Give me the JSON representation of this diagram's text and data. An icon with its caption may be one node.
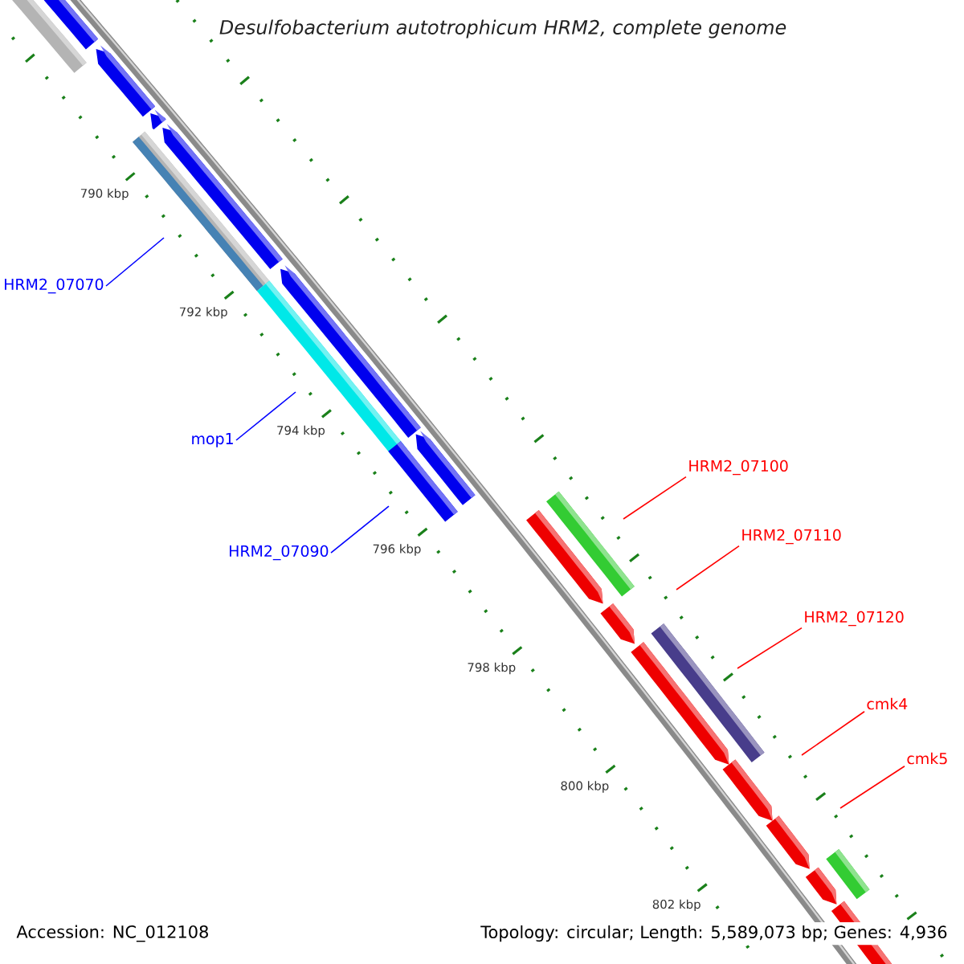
{
  "diagram": {
    "title": "Desulfobacterium autotrophicum HRM2, complete genome",
    "nodes": [
      {
        "text": [
          "HRM2_07070"
        ]
      },
      {
        "text": [
          "mop1"
        ]
      },
      {
        "text": [
          "HRM2_07090"
        ]
      },
      {
        "text": [
          "HRM2_07100"
        ]
      },
      {
        "text": [
          "HRM2_07110"
        ]
      },
      {
        "text": [
          "HRM2_07120"
        ]
      },
      {
        "text": [
          "cmk4"
        ]
      },
      {
        "text": [
          "cmk5"
        ]
      }
    ],
    "edges": [
      {
        "from": 0,
        "to": null,
        "arrow": "none",
        "color": "#0000ff"
      },
      {
        "from": 1,
        "to": null,
        "arrow": "none",
        "color": "#0000ff"
      },
      {
        "from": 2,
        "to": null,
        "arrow": "none",
        "color": "#0000ff"
      },
      {
        "from": 3,
        "to": null,
        "arrow": "none",
        "color": "#ff0000"
      },
      {
        "from": 4,
        "to": null,
        "arrow": "none",
        "color": "#ff0000"
      },
      {
        "from": 5,
        "to": null,
        "arrow": "none",
        "color": "#ff0000"
      },
      {
        "from": 6,
        "to": null,
        "arrow": "none",
        "color": "#ff0000"
      },
      {
        "from": 7,
        "to": null,
        "arrow": "none",
        "color": "#ff0000"
      }
    ],
    "labels": [
      "790 kbp",
      "792 kbp",
      "794 kbp",
      "796 kbp",
      "798 kbp",
      "800 kbp",
      "802 kbp",
      "Accession: NC_012108",
      "Topology: circular; Length: 5,589,073 bp; Genes: 4,936"
    ]
  }
}
